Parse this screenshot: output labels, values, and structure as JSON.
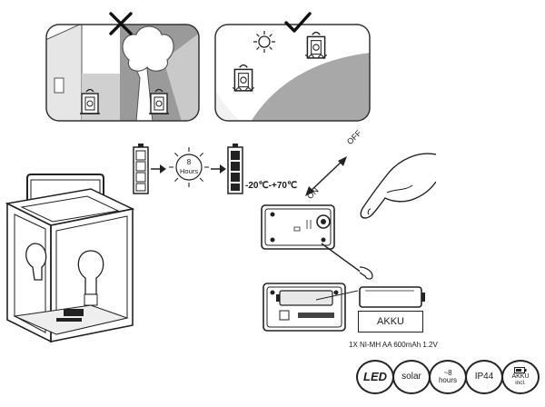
{
  "sun_box": {
    "hours": "8",
    "hours_label": "Hours"
  },
  "temperature_range": "-20℃-+70℃",
  "switch": {
    "on_label": "ON",
    "off_label": "OFF"
  },
  "battery_label": "AKKU",
  "battery_spec": "1X NI-MH AA 600mAh 1.2V",
  "badges": {
    "led": "LED",
    "solar": "solar",
    "hours_line1": "~8",
    "hours_line2": "hours",
    "ip": "IP44",
    "akku_line1": "AKKU",
    "akku_line2": "incl."
  },
  "colors": {
    "line": "#222222",
    "panel_grey": "#9a9a9a",
    "light_grey": "#d6d6d6"
  }
}
